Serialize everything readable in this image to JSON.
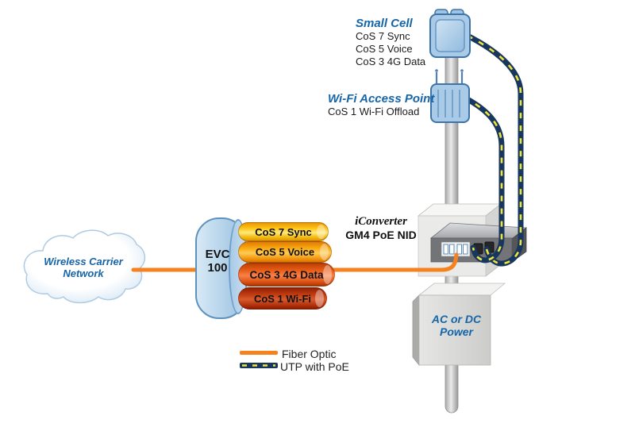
{
  "cloud": {
    "label": "Wireless Carrier Network"
  },
  "evc": {
    "label": "EVC 100"
  },
  "pipes": [
    {
      "name": "cos7-sync",
      "label": "CoS 7 Sync",
      "color": "#FDC515"
    },
    {
      "name": "cos5-voice",
      "label": "CoS 5 Voice",
      "color": "#F9A80E"
    },
    {
      "name": "cos3-data",
      "label": "CoS 3 4G Data",
      "color": "#E85C14"
    },
    {
      "name": "cos1-wifi",
      "label": "CoS 1 Wi-Fi",
      "color": "#C03A0E"
    }
  ],
  "small_cell": {
    "title": "Small Cell",
    "lines": [
      "CoS 7 Sync",
      "CoS 5 Voice",
      "CoS 3 4G Data"
    ]
  },
  "wifi_ap": {
    "title": "Wi-Fi Access Point",
    "lines": [
      "CoS 1 Wi-Fi Offload"
    ]
  },
  "nid": {
    "brand": "iConverter",
    "model": "GM4 PoE NID"
  },
  "power": {
    "label": "AC or DC Power"
  },
  "legend": {
    "fiber": {
      "label": "Fiber Optic",
      "color": "#F5821F"
    },
    "utp": {
      "label": "UTP with PoE",
      "base_color": "#17375E",
      "dash_color": "#F2E33A"
    }
  },
  "colors": {
    "label_blue": "#1565A9",
    "fiber_orange": "#F5821F",
    "utp_navy": "#17375E",
    "utp_yellow": "#F2E33A",
    "device_blue_fill": "#A9CBE8",
    "device_blue_stroke": "#3E74A8"
  }
}
